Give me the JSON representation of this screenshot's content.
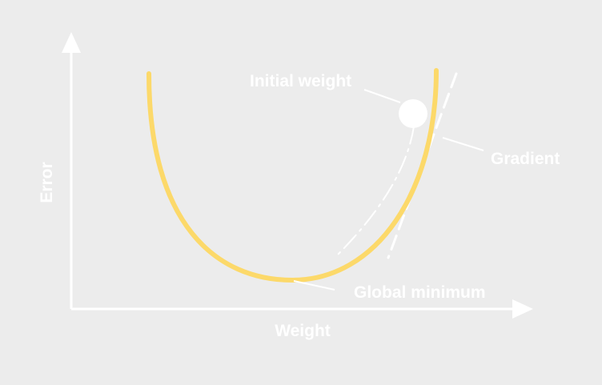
{
  "diagram": {
    "labels": {
      "x_axis": "Weight",
      "y_axis": "Error",
      "initial_weight": "Initial weight",
      "gradient": "Gradient",
      "global_minimum": "Global minimum"
    },
    "colors": {
      "background": "#ececec",
      "curve": "#fcd96a",
      "annotation": "#ffffff"
    },
    "icons": {
      "x_axis_arrow": "arrow-right-icon",
      "y_axis_arrow": "arrow-up-icon"
    }
  }
}
